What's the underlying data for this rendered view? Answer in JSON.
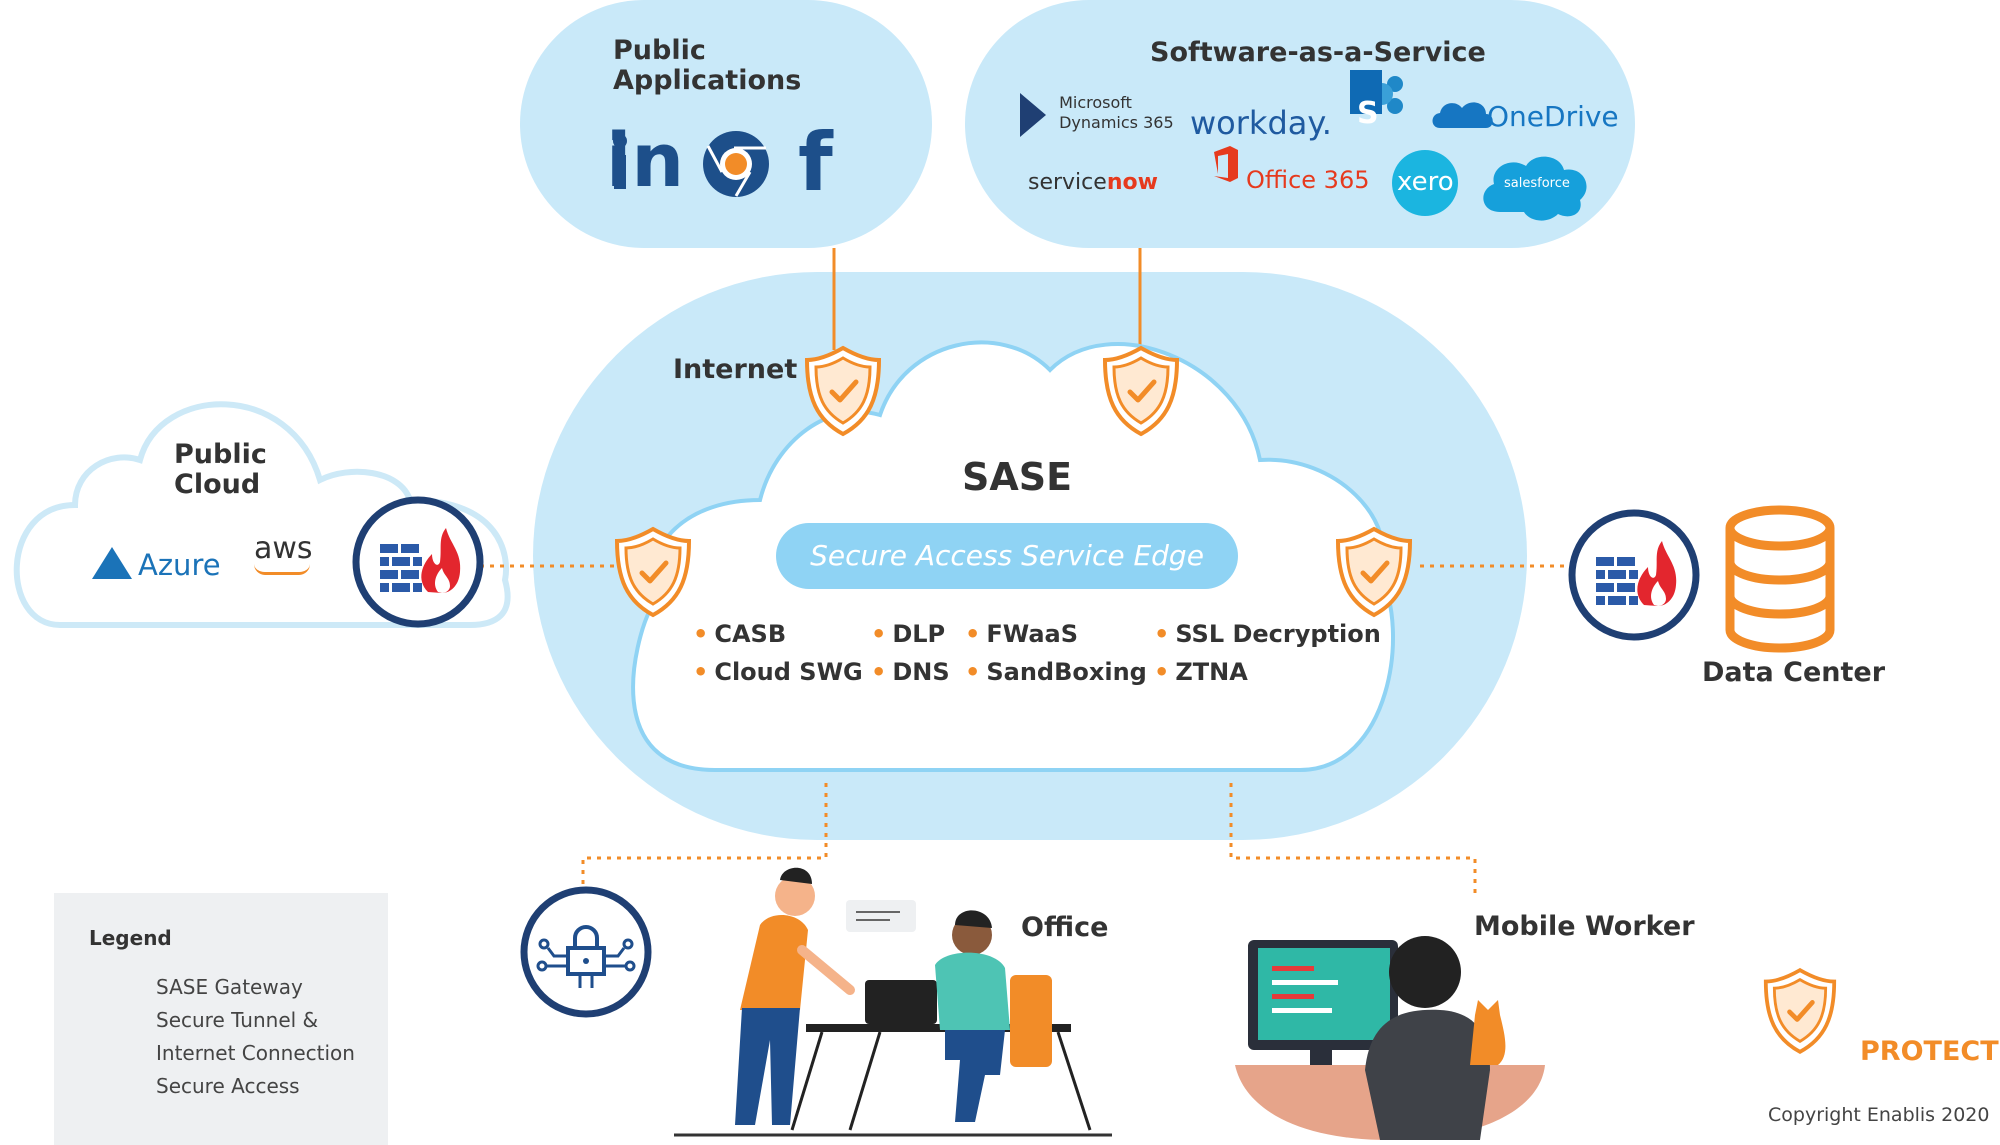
{
  "title": "SASE",
  "subtitle": "Secure Access Service Edge",
  "regions": {
    "public_apps": "Public Applications",
    "saas": "Software-as-a-Service",
    "internet": "Internet",
    "public_cloud": "Public Cloud",
    "data_center": "Data Center",
    "office": "Office",
    "mobile_worker": "Mobile Worker"
  },
  "services": [
    "CASB",
    "Cloud SWG",
    "DLP",
    "DNS",
    "FWaaS",
    "SandBoxing",
    "SSL Decryption",
    "ZTNA"
  ],
  "public_app_icons": [
    "linkedin-icon",
    "chrome-icon",
    "facebook-icon"
  ],
  "saas_logos": {
    "dynamics_line1": "Microsoft",
    "dynamics_line2": "Dynamics 365",
    "workday": "workday.",
    "sharepoint": "S",
    "onedrive": "OneDrive",
    "servicenow_a": "service",
    "servicenow_b": "now",
    "office365": "Office 365",
    "xero": "xero",
    "salesforce": "salesforce"
  },
  "cloud_logos": {
    "azure": "Azure",
    "aws": "aws"
  },
  "linkedin": "in",
  "facebook": "f",
  "legend": {
    "title": "Legend",
    "gateway": "SASE Gateway",
    "tunnel_line1": "Secure Tunnel &",
    "tunnel_line2": "Internet Connection",
    "access": "Secure Access"
  },
  "brand": "PROTECT",
  "copyright": "Copyright Enablis 2020",
  "colors": {
    "orange": "#f28c28",
    "light_blue": "#c9e9f9",
    "mid_blue": "#8fd3f4",
    "navy": "#1f4e8c",
    "text": "#333333"
  }
}
